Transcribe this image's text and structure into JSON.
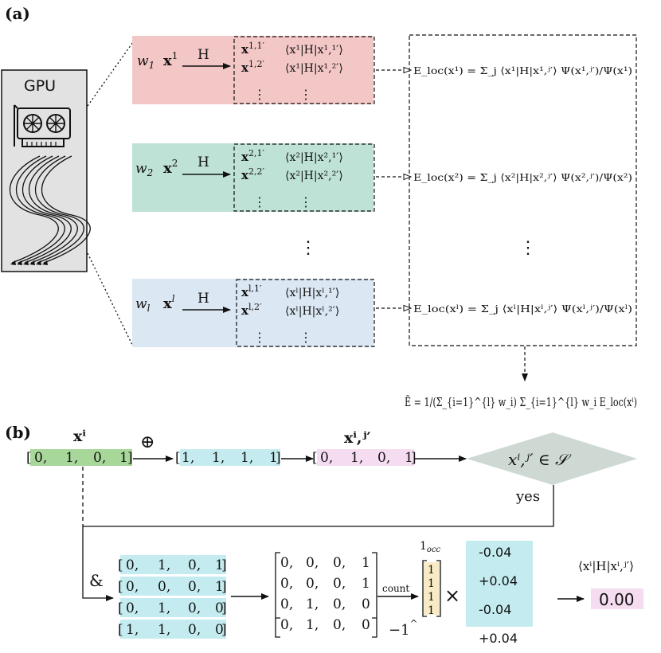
{
  "panel_a_label": "(a)",
  "panel_b_label": "(b)",
  "gpu_label": "GPU",
  "colors": {
    "row1_fill": "#f4c7c7",
    "row2_fill": "#bfe2d6",
    "row3_fill": "#dbe7f3",
    "green_vec": "#a8d79a",
    "cyan_vec": "#c4ecf0",
    "pink_vec": "#f6dcf0",
    "diamond": "#cfd9d4",
    "count_vec": "#f7eac4",
    "result_fill": "#f6dcf0",
    "gpu_bg": "#e2e2e2"
  },
  "rows": [
    {
      "weight": "w",
      "weight_sub": "1",
      "config_sup": "1",
      "op": "H",
      "conn": [
        "x",
        "1,1′",
        "1,2′"
      ],
      "elem_a": "⟨x¹|H|x¹,¹′⟩",
      "elem_b": "⟨x¹|H|x¹,²′⟩",
      "eloc": "E_loc(x¹) = Σ_j ⟨x¹|H|x¹,ʲ′⟩ Ψ(x¹,ʲ′)/Ψ(x¹)"
    },
    {
      "weight": "w",
      "weight_sub": "2",
      "config_sup": "2",
      "op": "H",
      "conn": [
        "x",
        "2,1′",
        "2,2′"
      ],
      "elem_a": "⟨x²|H|x²,¹′⟩",
      "elem_b": "⟨x²|H|x²,²′⟩",
      "eloc": "E_loc(x²) = Σ_j ⟨x²|H|x²,ʲ′⟩ Ψ(x²,ʲ′)/Ψ(x²)"
    },
    {
      "weight": "w",
      "weight_sub": "l",
      "config_sup": "l",
      "op": "H",
      "conn": [
        "x",
        "l,1′",
        "l,2′"
      ],
      "elem_a": "⟨xˡ|H|xˡ,¹′⟩",
      "elem_b": "⟨xˡ|H|xˡ,²′⟩",
      "eloc": "E_loc(xˡ) = Σ_j ⟨xˡ|H|xˡ,ʲ′⟩ Ψ(xˡ,ʲ′)/Ψ(xˡ)"
    }
  ],
  "energy_formula": "Ẽ = 1/(Σ_{i=1}^{l} w_i) Σ_{i=1}^{l} w_i E_loc(xⁱ)",
  "panel_b": {
    "xi_label": "xⁱ",
    "xi_vec": [
      "0,",
      "1,",
      "0,",
      "1"
    ],
    "oplus": "⊕",
    "flip_vec": [
      "1,",
      "1,",
      "1,",
      "1"
    ],
    "xij_label": "xⁱ,ʲ′",
    "xij_vec": [
      "0,",
      "1,",
      "0,",
      "1"
    ],
    "cond": "xⁱ,ʲ′ ∈ 𝒮",
    "yes": "yes",
    "and": "&",
    "mask_rows": [
      [
        "0,",
        "1,",
        "0,",
        "1"
      ],
      [
        "0,",
        "0,",
        "0,",
        "1"
      ],
      [
        "0,",
        "1,",
        "0,",
        "0"
      ],
      [
        "1,",
        "1,",
        "0,",
        "0"
      ]
    ],
    "and_rows": [
      [
        "0,",
        "0,",
        "0,",
        "1"
      ],
      [
        "0,",
        "0,",
        "0,",
        "1"
      ],
      [
        "0,",
        "1,",
        "0,",
        "0"
      ],
      [
        "0,",
        "1,",
        "0,",
        "0"
      ]
    ],
    "count_label": "count",
    "occ_label": "1",
    "occ_sub": "occ",
    "neg_label": "−1",
    "count_vec": [
      "1",
      "1",
      "1",
      "1"
    ],
    "times": "×",
    "coeffs": [
      "-0.04",
      "+0.04",
      "-0.04",
      "+0.04"
    ],
    "result_label": "⟨xⁱ|H|xⁱ,ʲ′⟩",
    "result_value": "0.00"
  }
}
